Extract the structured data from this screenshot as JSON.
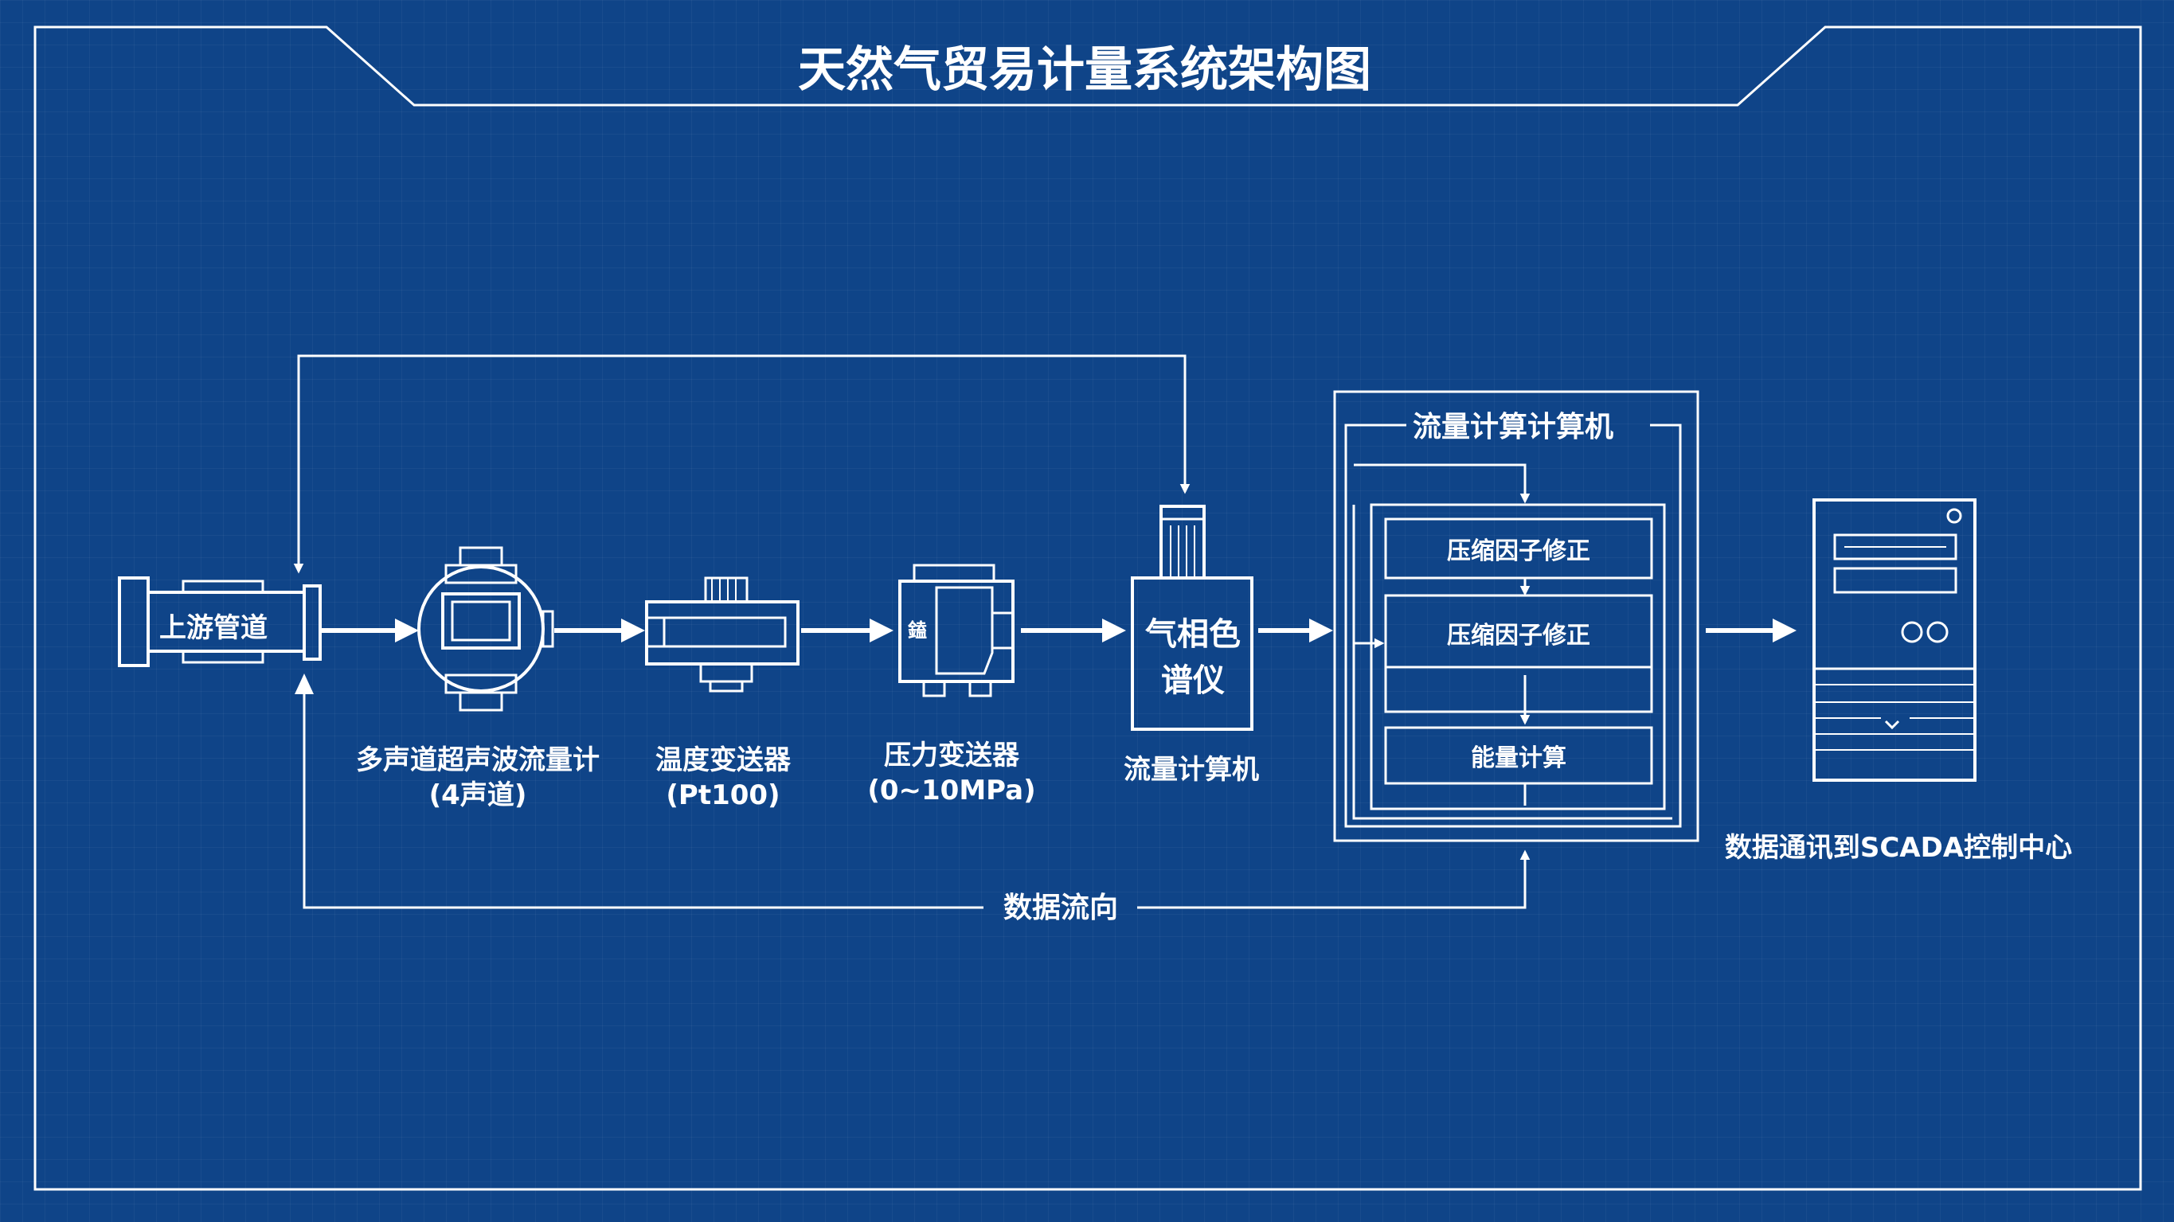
{
  "title": "天然气贸易计量系统架构图",
  "nodes": {
    "upstream_pipe": {
      "label": "上游管道"
    },
    "ultrasonic_meter": {
      "label_line1": "多声道超声波流量计",
      "label_line2": "(4声道)"
    },
    "temp_transmitter": {
      "label_line1": "温度变送器",
      "label_line2": "(Pt100)"
    },
    "pressure_transmitter": {
      "label_line1": "压力变送器",
      "label_line2": "(0~10MPa)",
      "mark": "鎑"
    },
    "gas_chromatograph": {
      "label_line1": "气相色",
      "label_line2": "谱仪",
      "caption": "流量计算机"
    },
    "flow_computer": {
      "title": "流量计算计算机",
      "steps": [
        "压缩因子修正",
        "压缩因子修正",
        "能量计算"
      ]
    },
    "scada": {
      "caption": "数据通讯到SCADA控制中心"
    }
  },
  "data_flow_label": "数据流向",
  "colors": {
    "background": "#0f4488",
    "line": "#ffffff"
  },
  "icons": [
    "pipe-icon",
    "ultrasonic-meter-icon",
    "temperature-transmitter-icon",
    "pressure-transmitter-icon",
    "gas-chromatograph-icon",
    "server-icon"
  ]
}
